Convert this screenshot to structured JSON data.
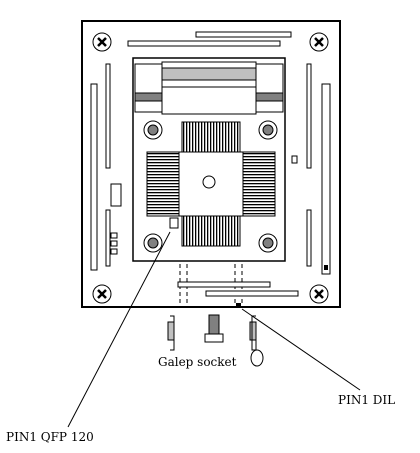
{
  "labels": {
    "socket": "Galep socket",
    "pin1_dil": "PIN1 DIL",
    "pin1_qfp": "PIN1 QFP 120"
  },
  "colors": {
    "line": "#000000",
    "fill_dark": "#808080",
    "fill_light": "#c0c0c0",
    "background": "#ffffff"
  },
  "icons": [
    "mounting-screw-icon",
    "hole-icon"
  ]
}
